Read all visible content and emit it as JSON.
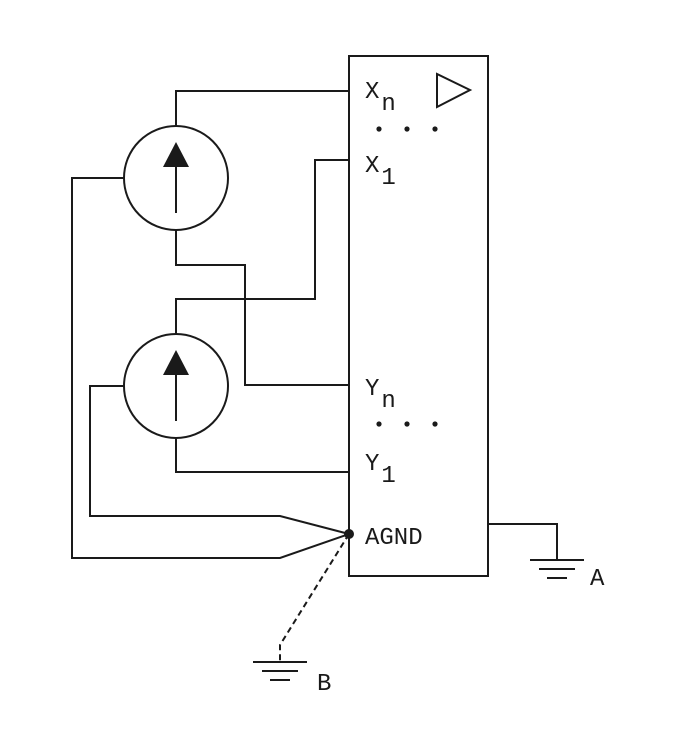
{
  "pins": {
    "xn": {
      "main": "X",
      "sub": "n"
    },
    "x1": {
      "main": "X",
      "sub": "1"
    },
    "yn": {
      "main": "Y",
      "sub": "n"
    },
    "y1": {
      "main": "Y",
      "sub": "1"
    },
    "agnd": "AGND"
  },
  "ground_labels": {
    "a": "A",
    "b": "B"
  },
  "icons": {
    "amplifier": "amplifier-triangle-icon",
    "current_source": "current-source-icon",
    "ground": "ground-icon"
  },
  "colors": {
    "line": "#1a1a1a",
    "background": "#ffffff"
  }
}
